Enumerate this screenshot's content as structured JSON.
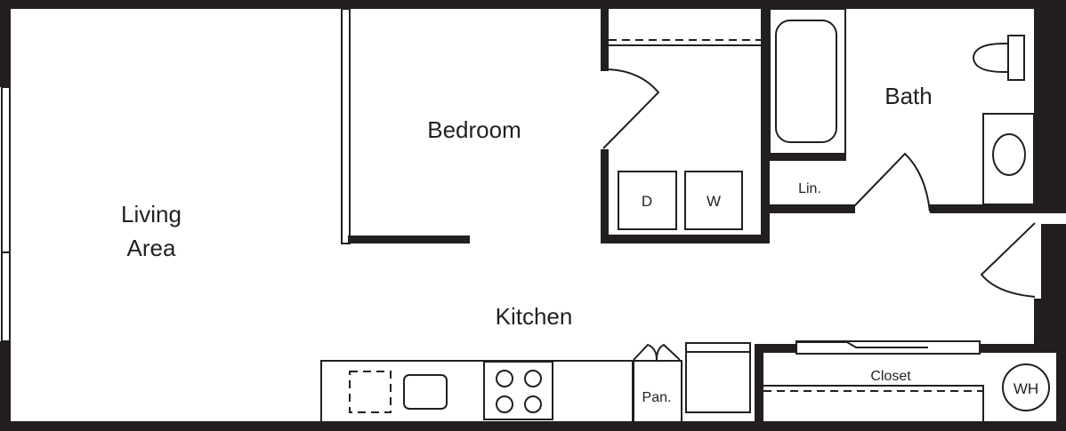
{
  "floorplan": {
    "rooms": {
      "living": {
        "line1": "Living",
        "line2": "Area"
      },
      "bedroom": "Bedroom",
      "bath": "Bath",
      "kitchen": "Kitchen",
      "linen": "Lin.",
      "closet": "Closet",
      "pantry": "Pan."
    },
    "appliances": {
      "dryer": "D",
      "washer": "W",
      "water_heater": "WH"
    },
    "colors": {
      "ink": "#231f20",
      "background": "#ffffff"
    }
  }
}
